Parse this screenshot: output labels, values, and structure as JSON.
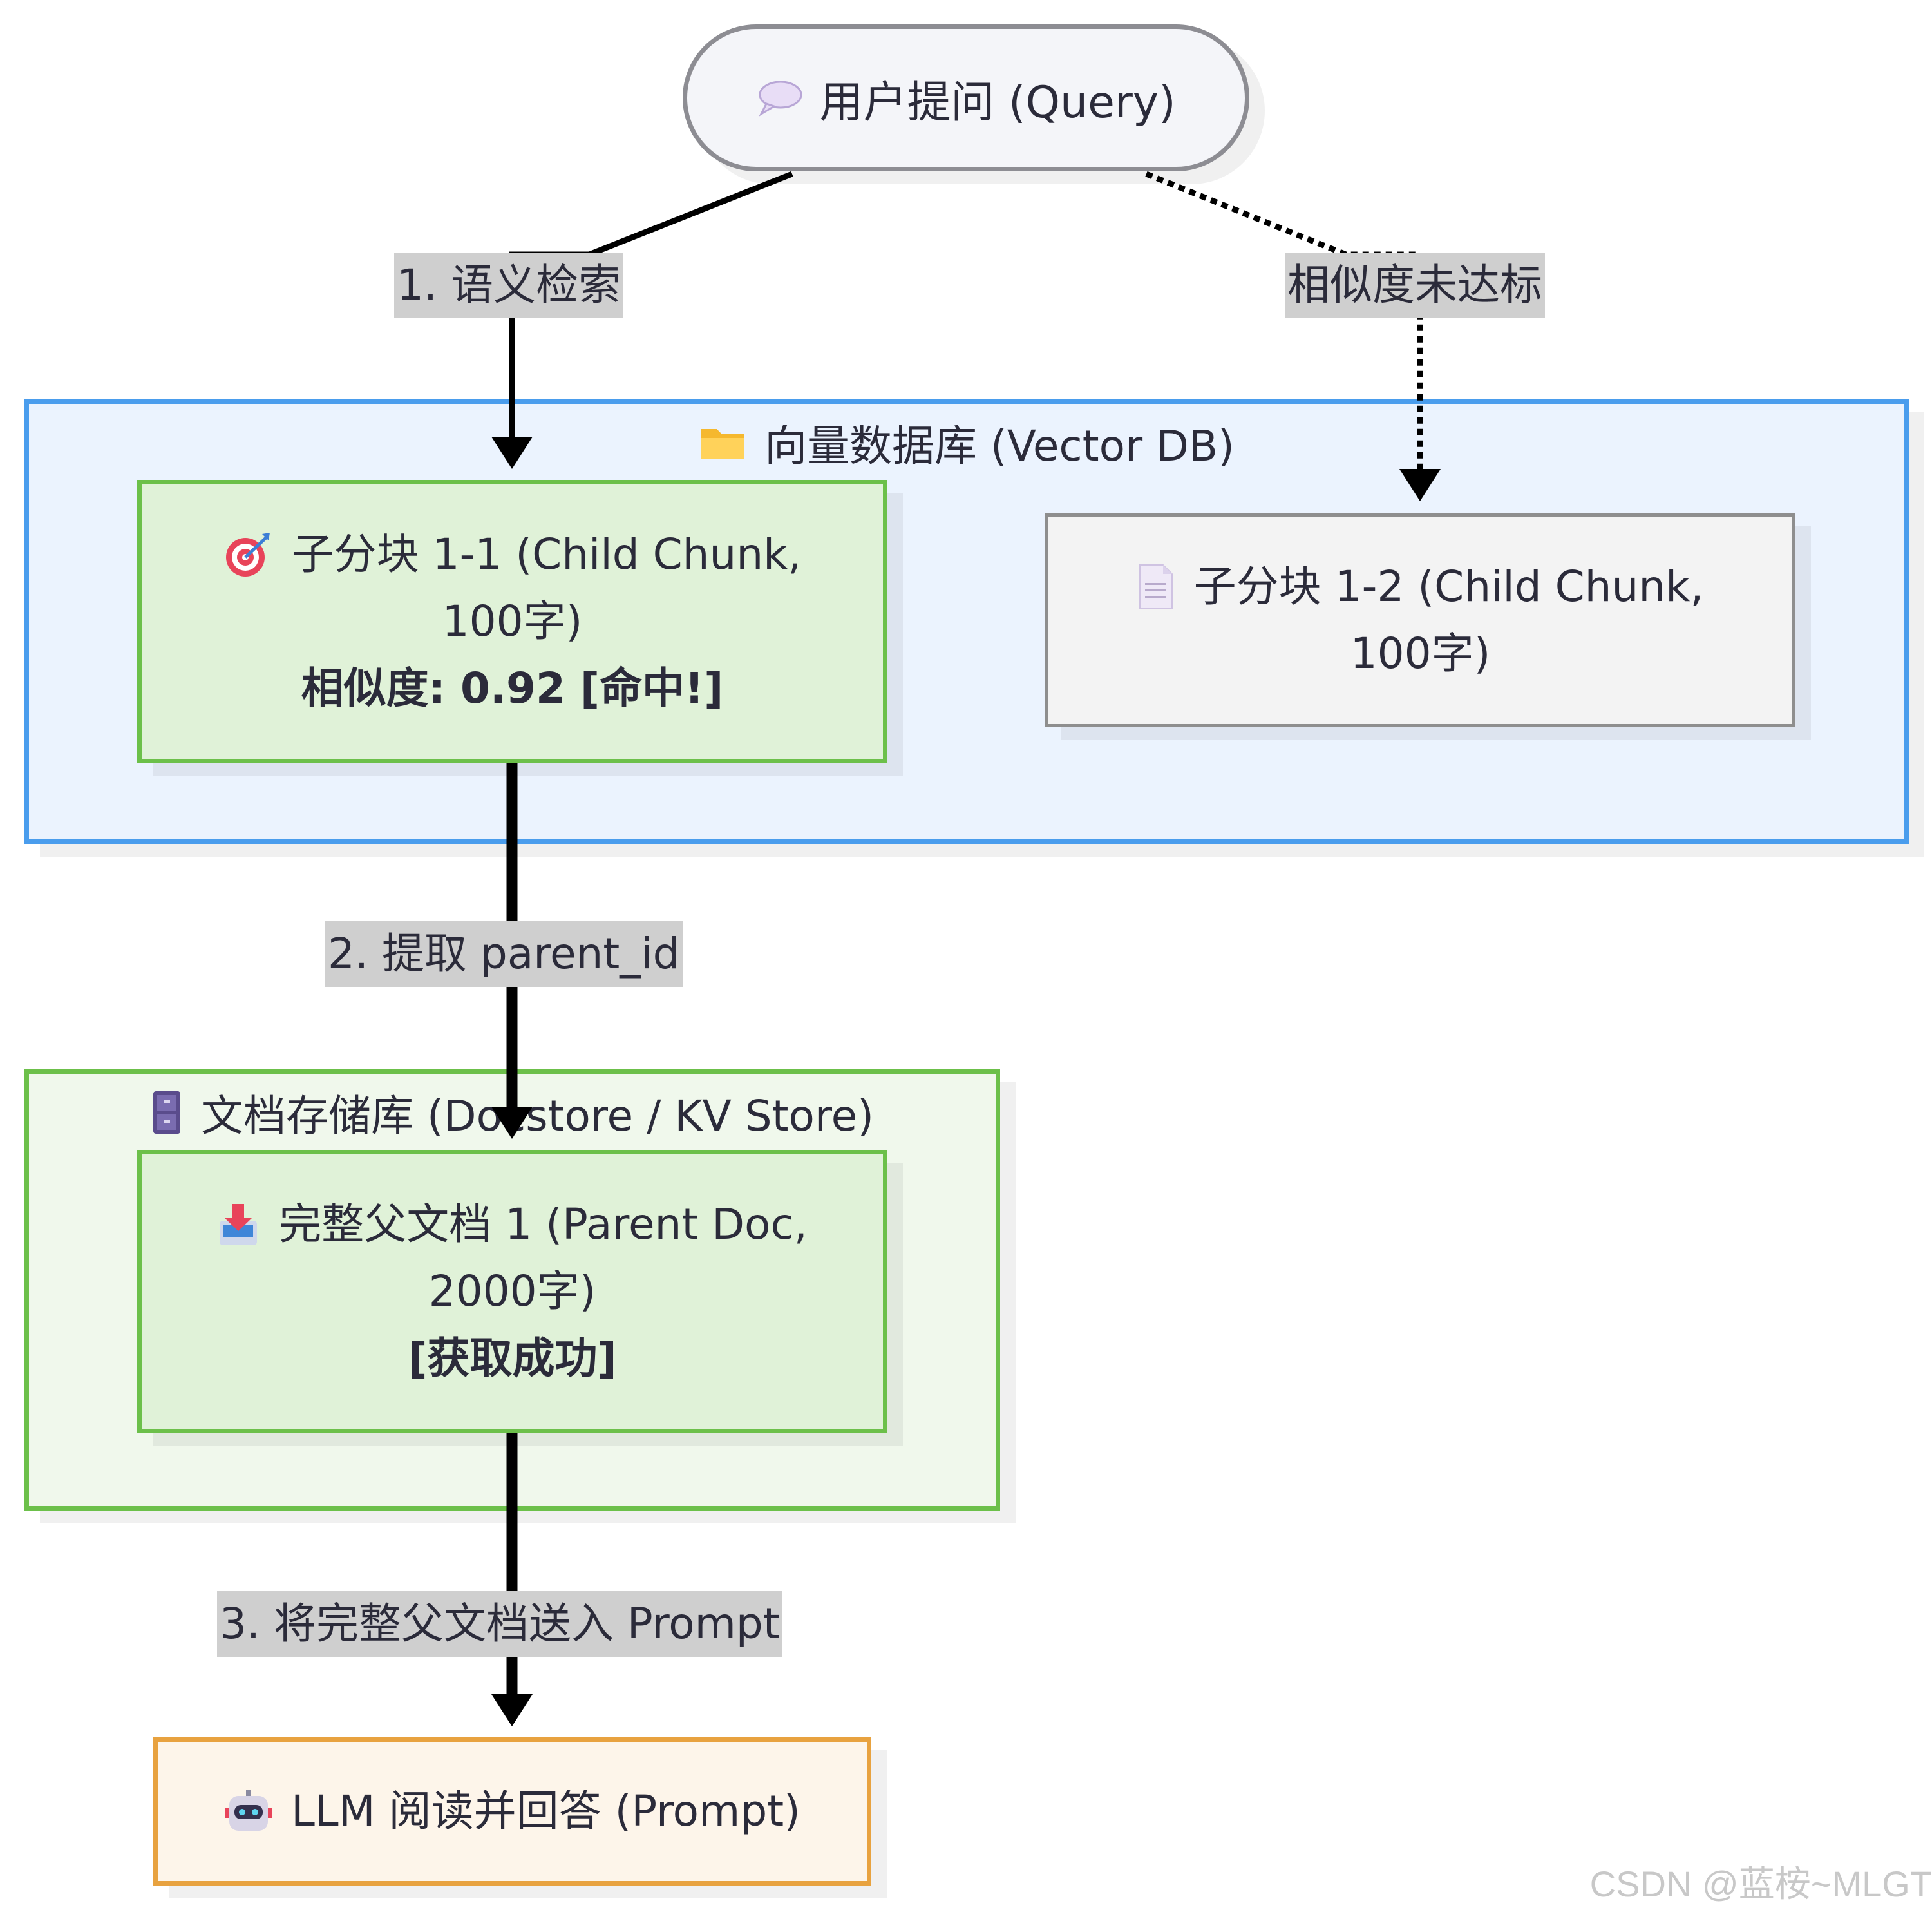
{
  "nodes": {
    "query": {
      "icon": "speech-bubble-icon",
      "label": "用户提问 (Query)"
    },
    "child_1_1": {
      "icon": "target-icon",
      "line1": "子分块 1-1 (Child Chunk,",
      "line2": "100字)",
      "line3": "相似度: 0.92 [命中!]"
    },
    "child_1_2": {
      "icon": "document-icon",
      "line1": "子分块 1-2 (Child Chunk,",
      "line2": "100字)"
    },
    "parent_doc": {
      "icon": "inbox-download-icon",
      "line1": "完整父文档 1 (Parent Doc,",
      "line2": "2000字)",
      "line3": "[获取成功]"
    },
    "llm": {
      "icon": "robot-icon",
      "label": "LLM 阅读并回答 (Prompt)"
    }
  },
  "clusters": {
    "vector_db": {
      "icon": "folder-icon",
      "title": "向量数据库 (Vector DB)"
    },
    "docstore": {
      "icon": "file-cabinet-icon",
      "title": "文档存储库 (Docstore / KV Store)"
    }
  },
  "edges": {
    "semantic_search": "1. 语义检索",
    "below_threshold": "相似度未达标",
    "get_parent_id": "2. 提取 parent_id",
    "to_prompt": "3. 将完整父文档送入 Prompt"
  },
  "colors": {
    "vector_db_fill": "#ebf3fe",
    "vector_db_border": "#4a9ded",
    "hit_fill": "#e0f2d8",
    "hit_border": "#6cc04a",
    "miss_fill": "#f3f3f3",
    "llm_fill": "#fdf5ea",
    "llm_border": "#e8a23f",
    "edge_label_bg": "#cfcfcf"
  },
  "watermark": "CSDN @蓝桉~MLGT"
}
